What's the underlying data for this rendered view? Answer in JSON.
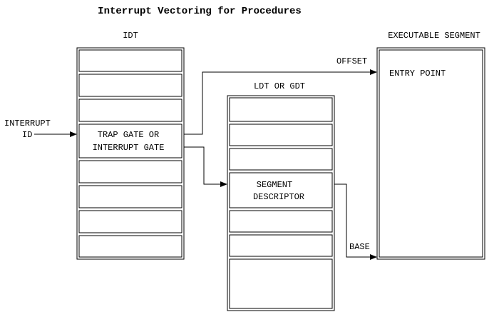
{
  "title": "Interrupt Vectoring for Procedures",
  "idt": {
    "label": "IDT",
    "gate_label_1": "TRAP GATE OR",
    "gate_label_2": "INTERRUPT GATE"
  },
  "ldt_gdt": {
    "label": "LDT OR GDT",
    "descriptor_label_1": "SEGMENT",
    "descriptor_label_2": "DESCRIPTOR"
  },
  "executable_segment": {
    "label": "EXECUTABLE SEGMENT",
    "entry_point": "ENTRY POINT"
  },
  "interrupt_id": {
    "line1": "INTERRUPT",
    "line2": "ID"
  },
  "arrows": {
    "offset": "OFFSET",
    "base": "BASE"
  }
}
